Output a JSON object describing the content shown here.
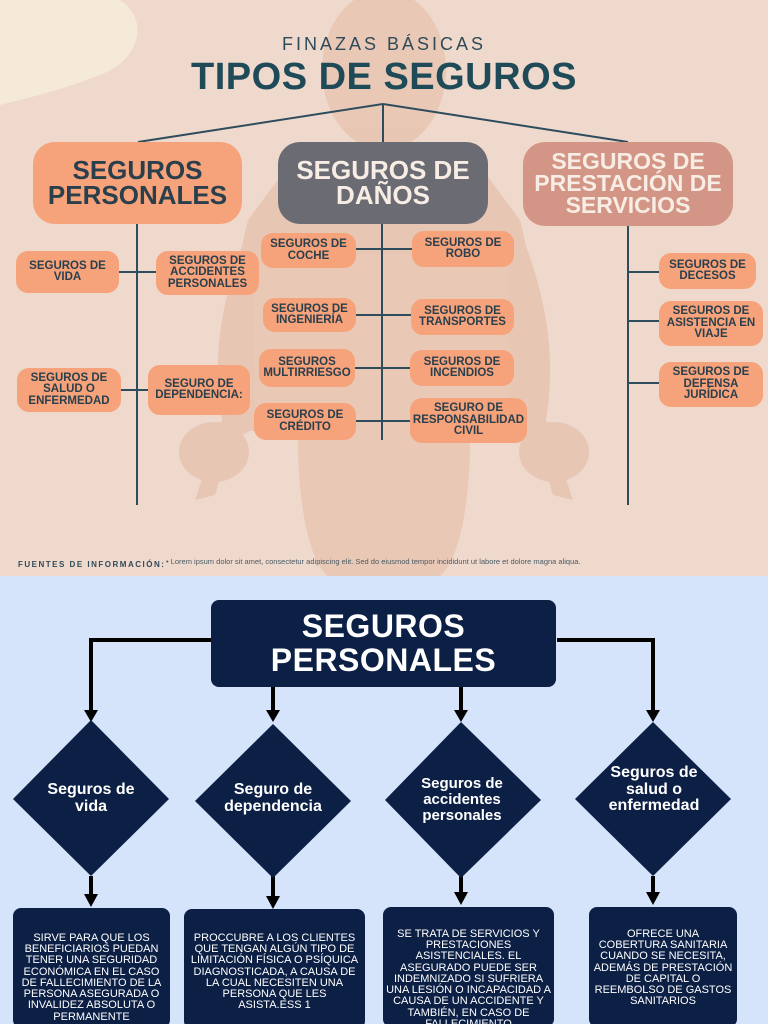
{
  "header": {
    "supertitle": "FINAZAS BÁSICAS",
    "title": "TIPOS DE SEGUROS"
  },
  "categories": {
    "personales": "SEGUROS PERSONALES",
    "danos": "SEGUROS DE DAÑOS",
    "servicios": "SEGUROS DE PRESTACIÓN DE SERVICIOS"
  },
  "personales_items": {
    "vida": "SEGUROS DE VIDA",
    "accidentes": "SEGUROS DE ACCIDENTES PERSONALES",
    "salud": "SEGUROS DE SALUD O ENFERMEDAD",
    "dependencia": "SEGURO DE DEPENDENCIA:"
  },
  "danos_items": {
    "coche": "SEGUROS DE COCHE",
    "robo": "SEGUROS DE ROBO",
    "ingenieria": "SEGUROS DE INGENIERÍA",
    "transportes": "SEGUROS DE TRANSPORTES",
    "multirriesgo": "SEGUROS MULTIRRIESGO",
    "incendios": "SEGUROS DE INCENDIOS",
    "credito": "SEGUROS DE CRÉDITO",
    "responsabilidad": "SEGURO DE RESPONSABILIDAD CIVIL"
  },
  "servicios_items": {
    "decesos": "SEGUROS DE DECESOS",
    "asistencia": "SEGUROS DE ASISTENCIA EN VIAJE",
    "defensa": "SEGUROS DE DEFENSA JURÍDICA"
  },
  "sources": {
    "label": "FUENTES DE INFORMACIÓN:",
    "text": "•  Lorem ipsum dolor sit amet, consectetur adipiscing elit. Sed do eiusmod tempor incididunt ut labore et dolore magna aliqua."
  },
  "detail": {
    "title": "SEGUROS PERSONALES",
    "vida_label": "Seguros de vida",
    "dependencia_label": "Seguro de dependencia",
    "accidentes_label": "Seguros de accidentes personales",
    "salud_label": "Seguros de salud o enfermedad",
    "vida_desc": "SIRVE PARA QUE LOS BENEFICIARIOS PUEDAN TENER UNA SEGURIDAD ECONÓMICA EN EL CASO DE FALLECIMIENTO DE LA PERSONA ASEGURADA O INVALIDEZ ABSOLUTA O PERMANENTE",
    "dependencia_desc": "PROCCUBRE A LOS CLIENTES QUE TENGAN ALGÚN TIPO DE LIMITACIÓN FÍSICA O PSÍQUICA DIAGNOSTICADA, A CAUSA DE LA CUAL NECESITEN UNA PERSONA QUE LES ASISTA.ESS 1",
    "accidentes_desc": "SE TRATA DE SERVICIOS Y PRESTACIONES ASISTENCIALES. EL ASEGURADO PUEDE SER INDEMNIZADO SI SUFRIERA UNA LESIÓN O INCAPACIDAD A CAUSA DE UN ACCIDENTE Y TAMBIÉN, EN CASO DE FALLECIMIENTO",
    "salud_desc": "OFRECE UNA COBERTURA SANITARIA CUANDO SE NECESITA, ADEMÁS DE PRESTACIÓN DE CAPITAL O REEMBOLSO DE GASTOS SANITARIOS"
  },
  "colors": {
    "top_background": "#efd9cc",
    "orange": "#f6a27a",
    "gray": "#6b6b73",
    "rose": "#d39585",
    "navy": "#0c1f45",
    "bottom_background": "#d6e4fb"
  }
}
